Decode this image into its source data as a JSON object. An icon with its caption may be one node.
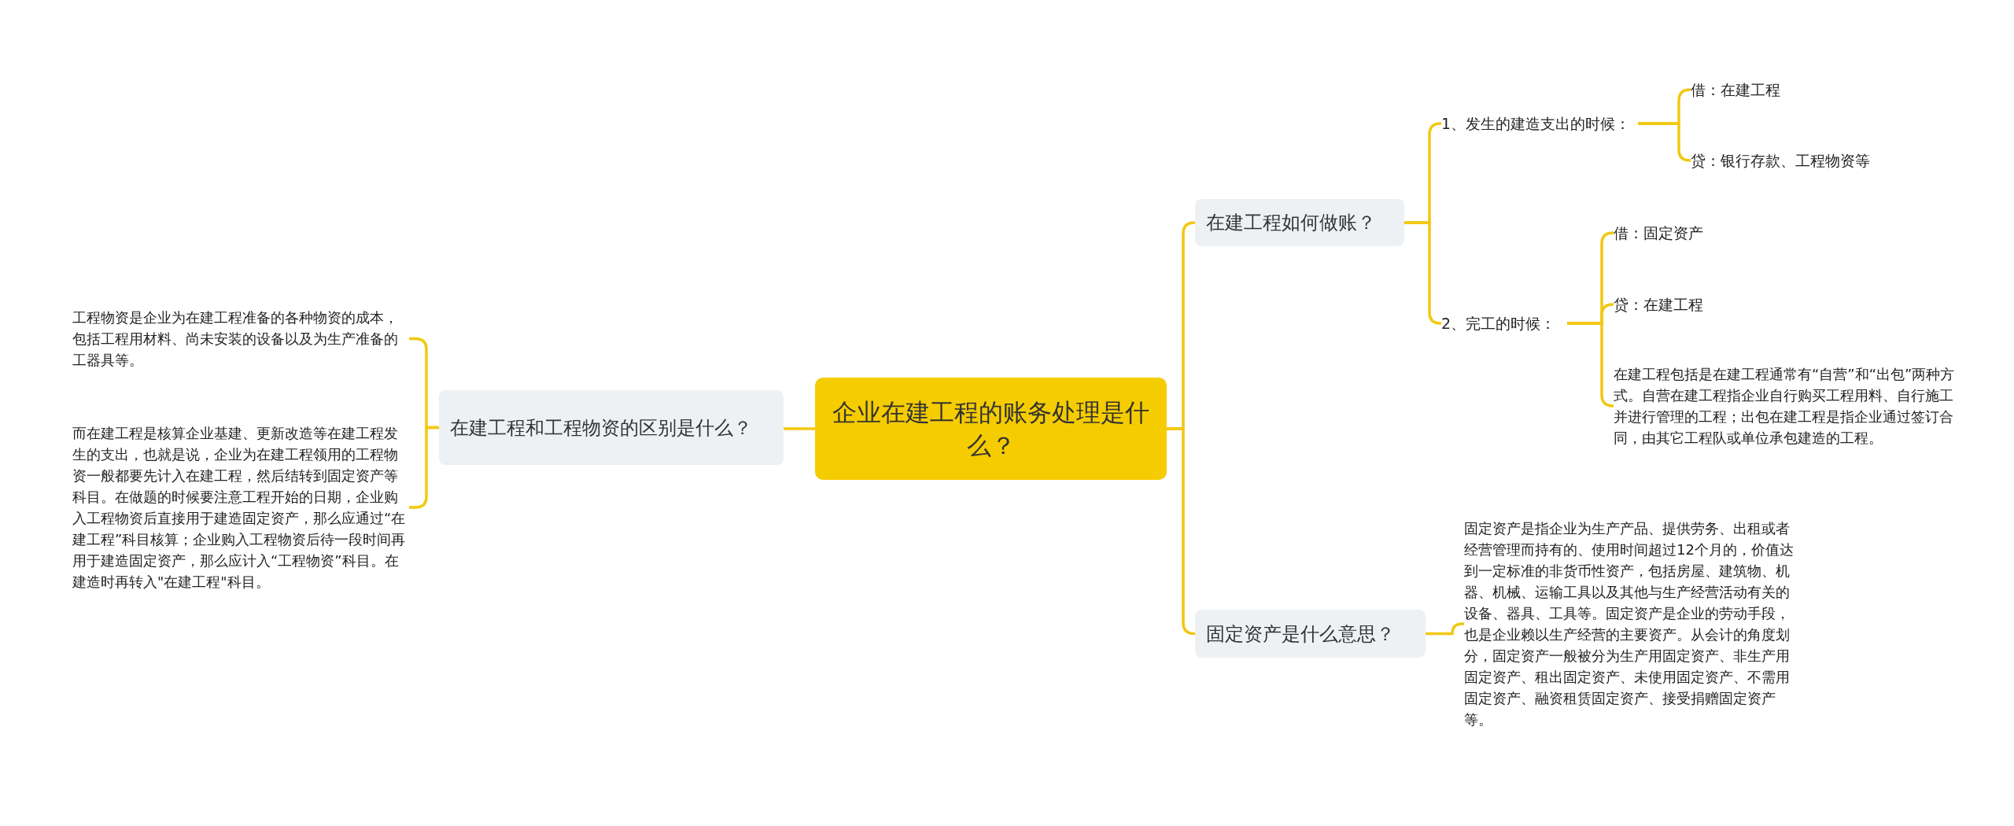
{
  "diagram": {
    "nodes": [
      {
        "text": [
          "企业在建工程的账务处理是什么？"
        ]
      },
      {
        "text": [
          "在建工程和工程物资的区别是什么？"
        ]
      },
      {
        "text": [
          "工程物资是企业为在建工程准备的各种物资的成本，包括工程用材料、尚未安装的设备以及为生产准备的工器具等。"
        ]
      },
      {
        "text": [
          "而在建工程是核算企业基建、更新改造等在建工程发生的支出，也就是说，企业为在建工程领用的工程物资一般都要先计入在建工程，然后结转到固定资产等科目。在做题的时候要注意工程开始的日期，企业购入工程物资后直接用于建造固定资产，那么应通过“在建工程”科目核算；企业购入工程物资后待一段时间再用于建造固定资产，那么应计入“工程物资”科目。在建造时再转入\"在建工程\"科目。"
        ]
      },
      {
        "text": [
          "在建工程如何做账？"
        ]
      },
      {
        "text": [
          "1、发生的建造支出的时候："
        ]
      },
      {
        "text": [
          "借：在建工程"
        ]
      },
      {
        "text": [
          "贷：银行存款、工程物资等"
        ]
      },
      {
        "text": [
          "2、完工的时候："
        ]
      },
      {
        "text": [
          "借：固定资产"
        ]
      },
      {
        "text": [
          "贷：在建工程"
        ]
      },
      {
        "text": [
          "在建工程包括是在建工程通常有“自营”和“出包”两种方式。自营在建工程指企业自行购买工程用料、自行施工并进行管理的工程；出包在建工程是指企业通过签订合同，由其它工程队或单位承包建造的工程。"
        ]
      },
      {
        "text": [
          "固定资产是什么意思？"
        ]
      },
      {
        "text": [
          "固定资产是指企业为生产产品、提供劳务、出租或者经营管理而持有的、使用时间超过12个月的，价值达到一定标准的非货币性资产，包括房屋、建筑物、机器、机械、运输工具以及其他与生产经营活动有关的设备、器具、工具等。固定资产是企业的劳动手段，也是企业赖以生产经营的主要资产。从会计的角度划分，固定资产一般被分为生产用固定资产、非生产用固定资产、租出固定资产、未使用固定资产、不需用固定资产、融资租赁固定资产、接受捐赠固定资产等。"
        ]
      }
    ],
    "edges": [
      {
        "from": 0,
        "to": 1,
        "arrow": "none"
      },
      {
        "from": 1,
        "to": 2,
        "arrow": "none"
      },
      {
        "from": 1,
        "to": 3,
        "arrow": "none"
      },
      {
        "from": 0,
        "to": 4,
        "arrow": "none"
      },
      {
        "from": 4,
        "to": 5,
        "arrow": "none"
      },
      {
        "from": 5,
        "to": 6,
        "arrow": "none"
      },
      {
        "from": 5,
        "to": 7,
        "arrow": "none"
      },
      {
        "from": 4,
        "to": 8,
        "arrow": "none"
      },
      {
        "from": 8,
        "to": 9,
        "arrow": "none"
      },
      {
        "from": 8,
        "to": 10,
        "arrow": "none"
      },
      {
        "from": 8,
        "to": 11,
        "arrow": "none"
      },
      {
        "from": 0,
        "to": 12,
        "arrow": "none"
      },
      {
        "from": 12,
        "to": 13,
        "arrow": "none"
      }
    ]
  }
}
